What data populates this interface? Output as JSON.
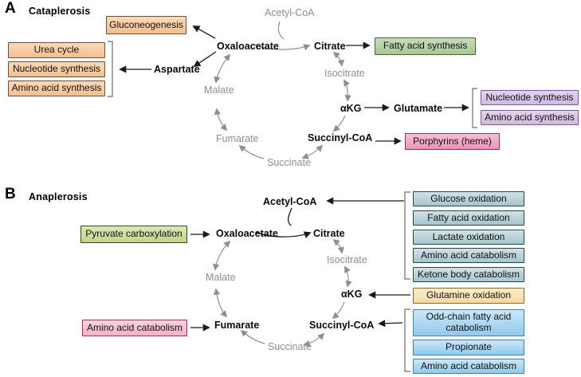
{
  "panel_a": {
    "label": "A",
    "title": "Cataplerosis",
    "boxes": {
      "gluconeogenesis": "Gluconeogenesis",
      "urea_cycle": "Urea cycle",
      "nucleotide_synthesis_left": "Nucleotide synthesis",
      "amino_acid_synthesis_left": "Amino acid synthesis",
      "fatty_acid_synthesis": "Fatty acid synthesis",
      "nucleotide_synthesis_right": "Nucleotide synthesis",
      "amino_acid_synthesis_right": "Amino acid synthesis",
      "porphyrins": "Porphyrins (heme)"
    },
    "metabolites": {
      "acetyl_coa": "Acetyl-CoA",
      "oxaloacetate": "Oxaloacetate",
      "citrate": "Citrate",
      "isocitrate": "Isocitrate",
      "akg": "αKG",
      "glutamate": "Glutamate",
      "succinyl_coa": "Succinyl-CoA",
      "succinate": "Succinate",
      "fumarate": "Fumarate",
      "malate": "Malate",
      "aspartate": "Aspartate"
    }
  },
  "panel_b": {
    "label": "B",
    "title": "Anaplerosis",
    "boxes": {
      "pyruvate_carboxylation": "Pyruvate carboxylation",
      "amino_acid_catabolism_left": "Amino acid catabolism",
      "glucose_oxidation": "Glucose oxidation",
      "fatty_acid_oxidation": "Fatty acid oxidation",
      "lactate_oxidation": "Lactate oxidation",
      "amino_acid_catabolism_right": "Amino acid catabolism",
      "ketone_body_catabolism": "Ketone body catabolism",
      "glutamine_oxidation": "Glutamine oxidation",
      "odd_chain_fatty_acid_catabolism": "Odd-chain fatty acid catabolism",
      "propionate": "Propionate",
      "amino_acid_catabolism_bottom": "Amino acid catabolism"
    },
    "metabolites": {
      "acetyl_coa": "Acetyl-CoA",
      "oxaloacetate": "Oxaloacetate",
      "citrate": "Citrate",
      "isocitrate": "Isocitrate",
      "akg": "αKG",
      "succinyl_coa": "Succinyl-CoA",
      "succinate": "Succinate",
      "fumarate": "Fumarate",
      "malate": "Malate"
    }
  },
  "colors": {
    "orange_fill": "#f5bf8e",
    "green_a_fill": "#a9c795",
    "purple_fill": "#d2b9df",
    "pink_a_fill": "#ef93b8",
    "green_b_fill": "#c2d589",
    "pink_b_fill": "#f3b1c7",
    "teal_fill": "#a3c5ce",
    "tan_fill": "#f5d99f",
    "blue_fill": "#90cbec",
    "gray_text": "#8f8f8f",
    "arrow_black": "#1a1a1a",
    "arrow_gray": "#8f8f8f"
  }
}
